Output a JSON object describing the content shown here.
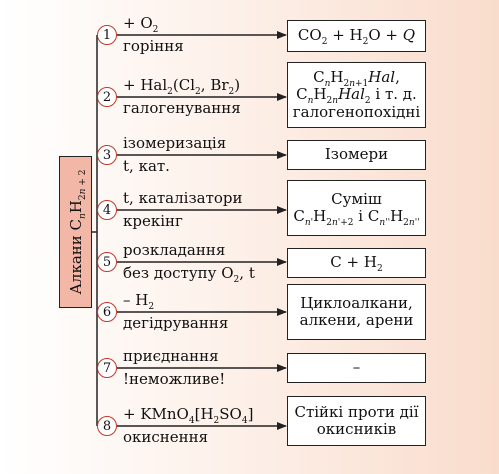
{
  "main": {
    "label": "Алкани C<sub><i>n</i></sub>H<sub>2<i>n</i> + 2</sub>"
  },
  "reactions": [
    {
      "number": "1",
      "reagent": "+ O<sub>2</sub>",
      "name": "горіння",
      "product": "CO<sub>2</sub> + H<sub>2</sub>O + <i>Q</i>"
    },
    {
      "number": "2",
      "reagent": "+ Hal<sub>2</sub>(Cl<sub>2</sub>, Br<sub>2</sub>)",
      "name": "галогенування",
      "product": "C<sub><i>n</i></sub>H<sub>2<i>n</i>+1</sub><i>Hal</i>,<br>C<sub><i>n</i></sub>H<sub>2<i>n</i></sub><i>Hal</i><sub>2</sub> і т. д.<br>галогенопохідні"
    },
    {
      "number": "3",
      "reagent": "ізомеризація",
      "name": "t, кат.",
      "product": "Ізомери"
    },
    {
      "number": "4",
      "reagent": "t, каталізатори",
      "name": "крекінг",
      "product": "Суміш<br>C<sub><i>n</i>'</sub>H<sub>2<i>n</i>'+2</sub> і C<sub><i>n</i>''</sub>H<sub>2<i>n</i>''</sub>"
    },
    {
      "number": "5",
      "reagent": "розкладання",
      "name": "без доступу O<sub>2</sub>, t",
      "product": "C + H<sub>2</sub>"
    },
    {
      "number": "6",
      "reagent": "– H<sub>2</sub>",
      "name": "дегідрування",
      "product": "Циклоалкани,<br>алкени, арени"
    },
    {
      "number": "7",
      "reagent": "приєднання",
      "name": "!неможливе!",
      "product": "–"
    },
    {
      "number": "8",
      "reagent": "+ KMnO<sub>4</sub>[H<sub>2</sub>SO<sub>4</sub>]",
      "name": "окиснення",
      "product": "Стійкі проти дії<br>окисників"
    }
  ],
  "colors": {
    "main_box_fill": "#f2b7a6",
    "circle_stroke": "#c23a2a",
    "line": "#222222"
  }
}
